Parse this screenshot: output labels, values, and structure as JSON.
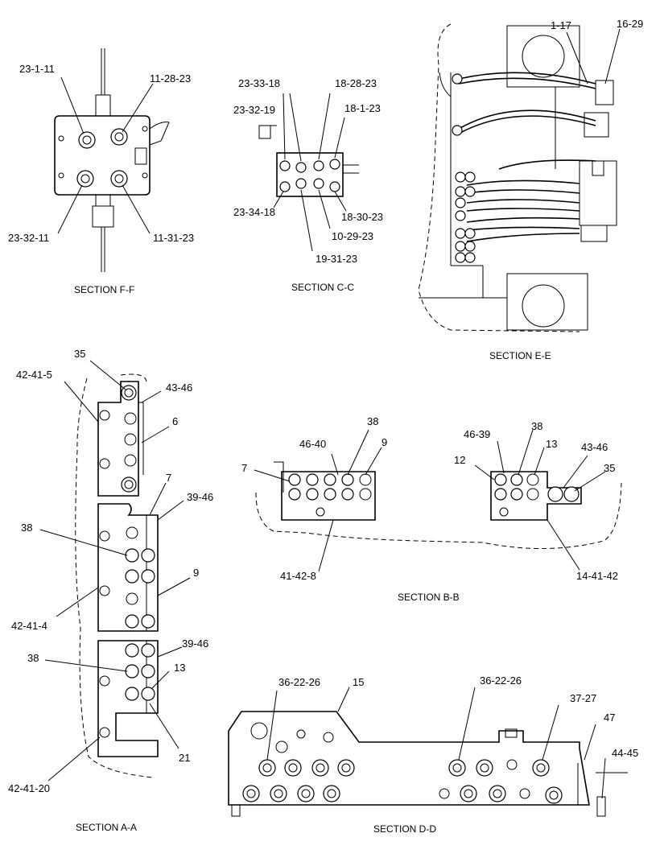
{
  "sections": {
    "ff": "SECTION F-F",
    "cc": "SECTION C-C",
    "ee": "SECTION E-E",
    "aa": "SECTION A-A",
    "bb": "SECTION B-B",
    "dd": "SECTION D-D"
  },
  "callouts": {
    "ff": [
      "23-1-11",
      "11-28-23",
      "23-32-11",
      "11-31-23"
    ],
    "cc": [
      "23-33-18",
      "18-28-23",
      "23-32-19",
      "18-1-23",
      "23-34-18",
      "18-30-23",
      "10-29-23",
      "19-31-23"
    ],
    "ee": [
      "1-17",
      "16-29"
    ],
    "aa": [
      "35",
      "42-41-5",
      "43-46",
      "6",
      "7",
      "39-46",
      "38",
      "9",
      "42-41-4",
      "39-46",
      "38",
      "13",
      "21",
      "42-41-20"
    ],
    "bb": [
      "38",
      "46-40",
      "9",
      "7",
      "41-42-8",
      "46-39",
      "38",
      "13",
      "12",
      "43-46",
      "35",
      "14-41-42"
    ],
    "dd": [
      "36-22-26",
      "15",
      "36-22-26",
      "37-27",
      "47",
      "44-45"
    ]
  }
}
